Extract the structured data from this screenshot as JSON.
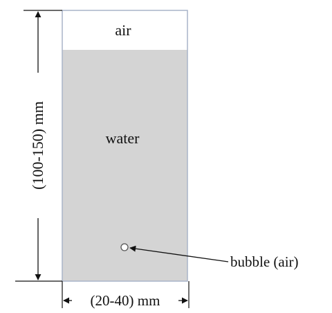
{
  "labels": {
    "air": "air",
    "water": "water",
    "height": "(100-150) mm",
    "width": "(20-40) mm",
    "bubble": "bubble (air)"
  },
  "colors": {
    "water_fill": "#d4d4d4",
    "container_border": "#a9b4c8",
    "ink": "#111111"
  }
}
